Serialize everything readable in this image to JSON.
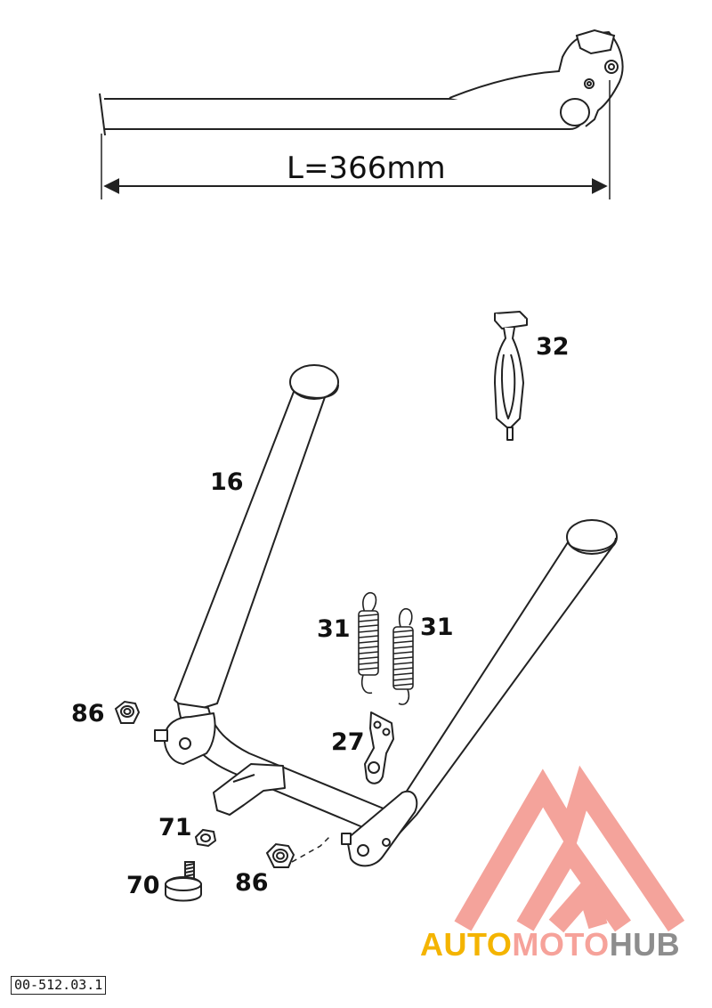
{
  "dimension": {
    "label": "L=366mm"
  },
  "callouts": {
    "p16": "16",
    "p27": "27",
    "p31a": "31",
    "p31b": "31",
    "p32": "32",
    "p70": "70",
    "p71": "71",
    "p86a": "86",
    "p86b": "86"
  },
  "document_number": "00-512.03.1",
  "watermark": {
    "part1": "AUTO",
    "part2": "MOTO",
    "part3": "HUB"
  },
  "colors": {
    "line": "#222222",
    "watermark_triangle": "#f4a39b",
    "watermark_auto": "#f4b400",
    "watermark_hub": "#8d8d8d"
  }
}
